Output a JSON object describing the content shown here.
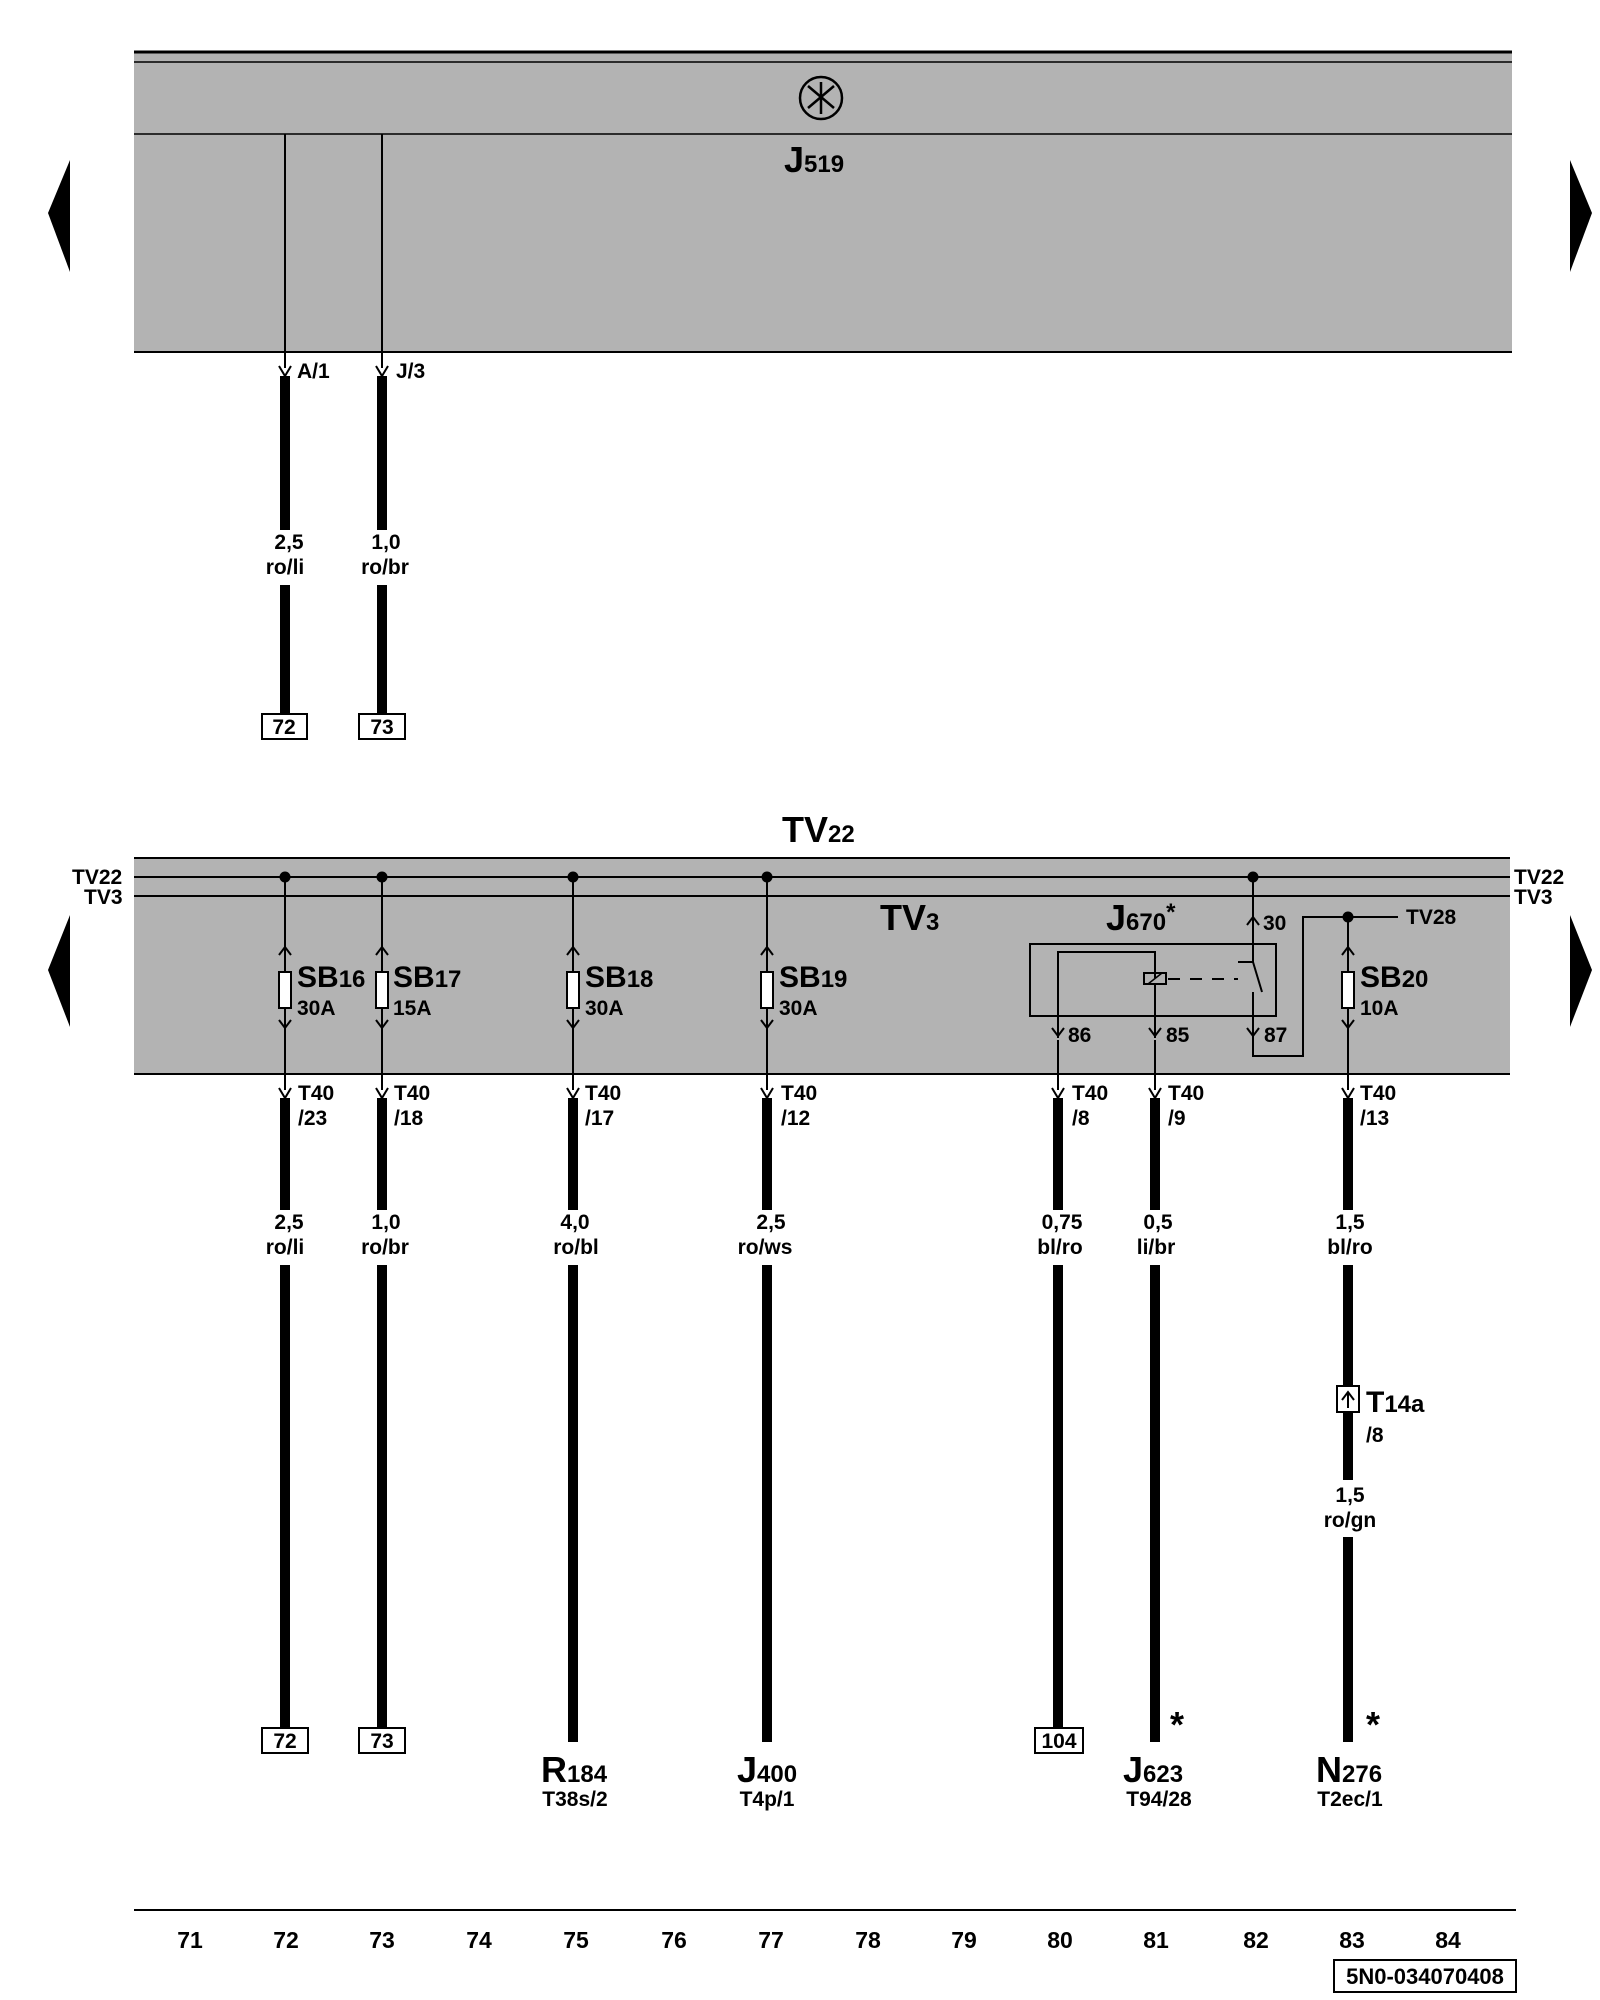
{
  "upper_unit": {
    "name": "J",
    "sub": "519",
    "wires": [
      {
        "pin": "A/1",
        "size": "2,5",
        "color": "ro/li",
        "ref": "72"
      },
      {
        "pin": "J/3",
        "size": "1,0",
        "color": "ro/br",
        "ref": "73"
      }
    ]
  },
  "lower_unit": {
    "title_main": "TV",
    "title_sub": "22",
    "rail_labels": {
      "tv22": "TV22",
      "tv3": "TV3"
    },
    "inner_title_main": "TV",
    "inner_title_sub": "3",
    "fuses": [
      {
        "name": "SB",
        "sub": "16",
        "rating": "30A",
        "conn": "T40",
        "pin": "/23",
        "size": "2,5",
        "color": "ro/li",
        "ref": "72"
      },
      {
        "name": "SB",
        "sub": "17",
        "rating": "15A",
        "conn": "T40",
        "pin": "/18",
        "size": "1,0",
        "color": "ro/br",
        "ref": "73"
      },
      {
        "name": "SB",
        "sub": "18",
        "rating": "30A",
        "conn": "T40",
        "pin": "/17",
        "size": "4,0",
        "color": "ro/bl",
        "dest": "R",
        "dest_sub": "184",
        "dest_pin": "T38s/2"
      },
      {
        "name": "SB",
        "sub": "19",
        "rating": "30A",
        "conn": "T40",
        "pin": "/12",
        "size": "2,5",
        "color": "ro/ws",
        "dest": "J",
        "dest_sub": "400",
        "dest_pin": "T4p/1"
      }
    ],
    "relay": {
      "name": "J",
      "sub": "670",
      "star": "*",
      "pins": {
        "p30": "30",
        "p86": "86",
        "p85": "85",
        "p87": "87"
      },
      "tv28": "TV28",
      "wire86": {
        "conn": "T40",
        "pin": "/8",
        "size": "0,75",
        "color": "bl/ro",
        "ref": "104"
      },
      "wire85": {
        "conn": "T40",
        "pin": "/9",
        "size": "0,5",
        "color": "li/br",
        "star": "*",
        "dest": "J",
        "dest_sub": "623",
        "dest_pin": "T94/28"
      }
    },
    "sb20": {
      "name": "SB",
      "sub": "20",
      "rating": "10A",
      "conn": "T40",
      "pin": "/13",
      "size": "1,5",
      "color": "bl/ro",
      "connector": {
        "name": "T",
        "sub": "14a",
        "pin": "/8"
      },
      "size2": "1,5",
      "color2": "ro/gn",
      "star": "*",
      "dest": "N",
      "dest_sub": "276",
      "dest_pin": "T2ec/1"
    }
  },
  "columns": [
    "71",
    "72",
    "73",
    "74",
    "75",
    "76",
    "77",
    "78",
    "79",
    "80",
    "81",
    "82",
    "83",
    "84"
  ],
  "doc_id": "5N0-034070408"
}
